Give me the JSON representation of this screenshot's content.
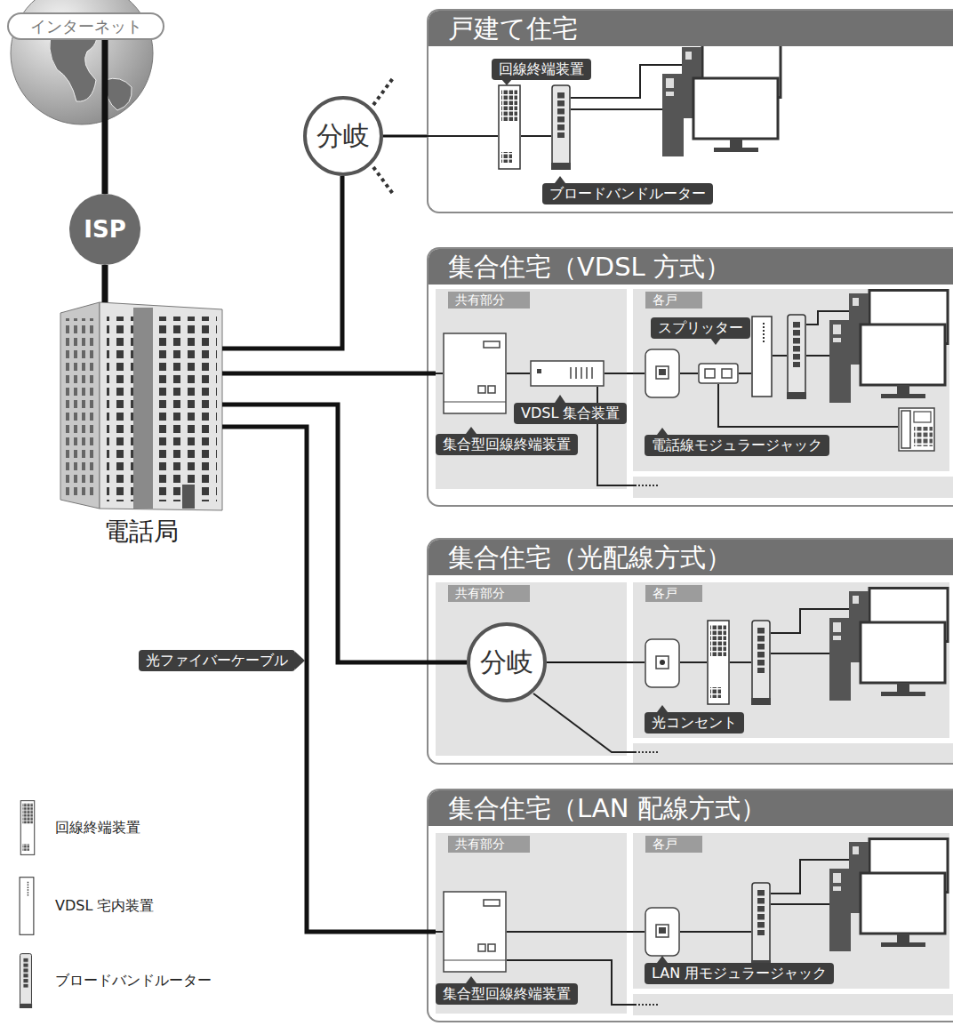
{
  "diagram": {
    "nodes": [
      {
        "text": [
          "インターネット"
        ]
      },
      {
        "text": [
          "ISP"
        ]
      },
      {
        "text": [
          "電話局"
        ]
      },
      {
        "text": [
          "分岐"
        ]
      },
      {
        "text": [
          "戸建て住宅"
        ]
      },
      {
        "text": [
          "集合住宅（VDSL 方式）"
        ]
      },
      {
        "text": [
          "共有部分"
        ],
        "in": 5
      },
      {
        "text": [
          "各戸"
        ],
        "in": 5
      },
      {
        "text": [
          "集合住宅（光配線方式）"
        ]
      },
      {
        "text": [
          "共有部分"
        ],
        "in": 8
      },
      {
        "text": [
          "分岐"
        ],
        "in": 9
      },
      {
        "text": [
          "各戸"
        ],
        "in": 8
      },
      {
        "text": [
          "集合住宅（LAN 配線方式）"
        ]
      },
      {
        "text": [
          "共有部分"
        ],
        "in": 12
      },
      {
        "text": [
          "各戸"
        ],
        "in": 12
      }
    ],
    "edges": [
      {
        "from": 0,
        "to": 1,
        "arrow": "none"
      },
      {
        "from": 1,
        "to": 2,
        "arrow": "none"
      },
      {
        "from": 2,
        "to": 3,
        "arrow": "none"
      },
      {
        "from": 3,
        "to": 4,
        "arrow": "none"
      },
      {
        "from": 2,
        "to": 6,
        "arrow": "none"
      },
      {
        "from": 2,
        "to": 10,
        "arrow": "none"
      },
      {
        "from": 6,
        "to": 7,
        "arrow": "none"
      },
      {
        "from": 10,
        "to": 11,
        "arrow": "none"
      },
      {
        "from": 2,
        "to": 13,
        "arrow": "none"
      },
      {
        "from": 13,
        "to": 14,
        "arrow": "none"
      }
    ],
    "labels": [
      "回線終端装置",
      "ブロードバンドルーター",
      "スプリッター",
      "VDSL 集合装置",
      "集合型回線終端装置",
      "電話線モジュラージャック",
      "光コンセント",
      "集合型回線終端装置",
      "LAN 用モジュラージャック",
      "光ファイバーケーブル"
    ],
    "legend": [
      {
        "text": "回線終端装置"
      },
      {
        "text": "VDSL 宅内装置"
      },
      {
        "text": "ブロードバンドルーター"
      }
    ]
  }
}
